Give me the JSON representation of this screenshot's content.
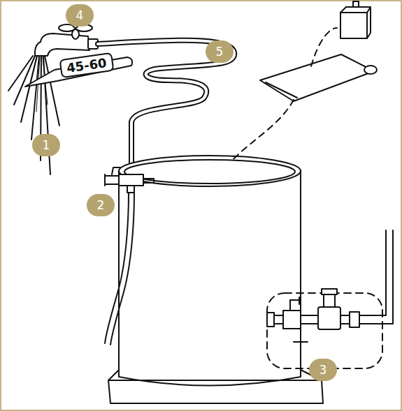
{
  "diagram": {
    "labels": [
      "4",
      "5",
      "45-60",
      "1",
      "2",
      "3"
    ]
  }
}
